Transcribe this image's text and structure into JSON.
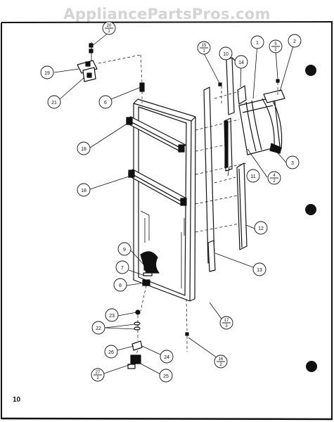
{
  "watermark": "AppliancePartsPros.com",
  "page_number": "10",
  "callouts": {
    "c1": "1",
    "c2": "2",
    "c3": "3",
    "c6": "6",
    "c7": "7",
    "c8": "8",
    "c9": "9",
    "c10": "10",
    "c11": "11",
    "c12": "12",
    "c13": "13",
    "c14": "14",
    "c18a": "18",
    "c18b": "18",
    "c19": "19",
    "c21": "21",
    "c22": "22",
    "c23": "23",
    "c24": "24",
    "c25": "25",
    "c26": "26",
    "f20": {
      "top": "20",
      "bot": "1"
    },
    "f15": {
      "top": "15",
      "bot": "1"
    },
    "f5": {
      "top": "5",
      "bot": "2"
    },
    "f4": {
      "top": "4",
      "bot": "2"
    },
    "f17": {
      "top": "17",
      "bot": "3"
    },
    "f16": {
      "top": "16",
      "bot": "2"
    },
    "f27": {
      "top": "27",
      "bot": "2"
    }
  },
  "colors": {
    "ink": "#111111",
    "watermark": "#d4d4d4",
    "background": "#ffffff"
  }
}
